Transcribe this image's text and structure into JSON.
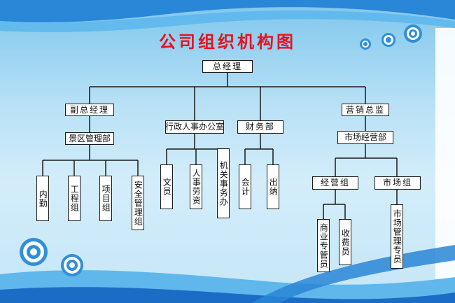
{
  "title": "公司组织机构图",
  "colors": {
    "title": "#e8121e",
    "line": "#1a1a1a",
    "box_fill": "#ffffff",
    "wave_dark": "#1e72c8",
    "wave_light": "#4fb0ea"
  },
  "nodes": {
    "ceo": "总经理",
    "deputy_gm": "副总经理",
    "scenic_mgmt": "景区管理部",
    "internal_affairs": "内勤",
    "engineering": "工程组",
    "projects": "项目组",
    "safety": "安全管理组",
    "admin_hr": "行政人事办公室",
    "clerk": "文员",
    "hr_labor": "人事劳资",
    "general_affairs": "机关事务办",
    "finance": "财务部",
    "accountant": "会计",
    "cashier": "出纳",
    "sales_director": "营销总监",
    "marketing": "市场经营部",
    "operations_group": "经营组",
    "market_group": "市场组",
    "commercial_manager": "商业专管员",
    "toll_collector": "收费员",
    "market_manager": "市场管理专员"
  }
}
